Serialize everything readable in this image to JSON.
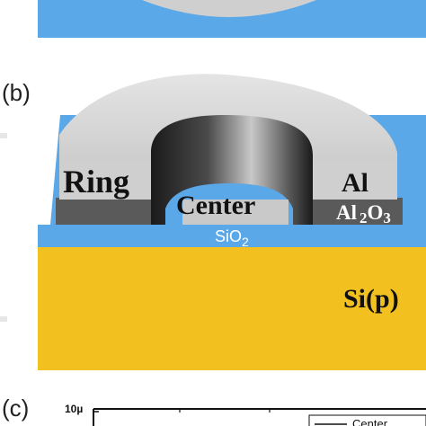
{
  "panels": {
    "b": {
      "label": "(b)"
    },
    "c": {
      "label": "(c)"
    }
  },
  "layers": {
    "ring": "Ring",
    "center": "Center",
    "al": "Al",
    "al2o3_base": "Al",
    "al2o3_sub2": "2",
    "al2o3_o": "O",
    "al2o3_sub3": "3",
    "sio2_base": "SiO",
    "sio2_sub": "2",
    "si": "Si(p)"
  },
  "plot_c": {
    "ytick_top": "10µ",
    "legend_entry": "Center"
  },
  "colors": {
    "blue_layer": "#5aa8e8",
    "substrate": "#f2c01f",
    "aluminum": "#c9c9c9",
    "alumina": "#5a5a5a",
    "dark_cylinder": "#2a2a2a"
  }
}
